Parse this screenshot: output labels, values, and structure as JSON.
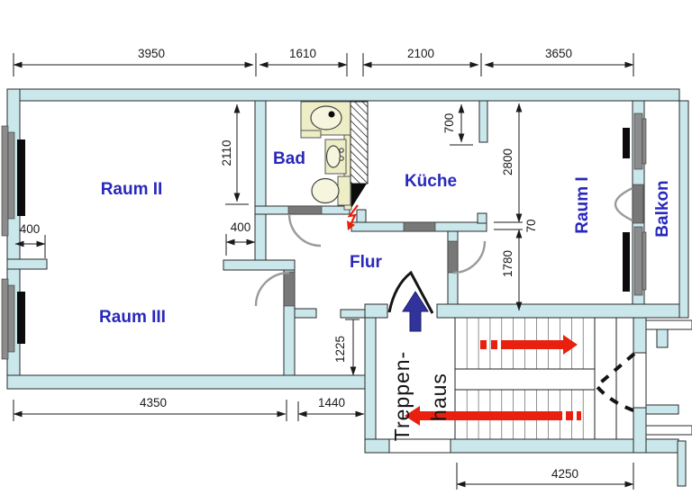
{
  "palette": {
    "wall": "#cae7eb",
    "wall_stroke": "#2a2a2a",
    "label_blue": "#2828bc",
    "dim": "#1a1a1a",
    "fixture": "#eeeec6",
    "gray": "#8c8c8c",
    "door_gray": "#787878",
    "arc_gray": "#9a9a9a",
    "red": "#e8200d",
    "arrow_blue": "#32329b"
  },
  "rooms": {
    "raum1": "Raum I",
    "raum2": "Raum II",
    "raum3": "Raum III",
    "bad": "Bad",
    "kueche": "Küche",
    "flur": "Flur",
    "balkon": "Balkon",
    "treppenhaus_line1": "Treppen-",
    "treppenhaus_line2": "haus"
  },
  "dims": {
    "w_raum2": "3950",
    "w_bad": "1610",
    "w_kueche": "2100",
    "w_raum1": "3650",
    "h_2110": "2110",
    "left_400": "400",
    "mid_400": "400",
    "h_700": "700",
    "h_2800": "2800",
    "h_70": "70",
    "h_1780": "1780",
    "h_1225": "1225",
    "w_4350": "4350",
    "w_1440": "1440",
    "w_4250": "4250"
  },
  "icons": {
    "entrance_arrow": "arrow-up",
    "stairs_up_arrow": "arrow-right",
    "stairs_down_arrow": "arrow-left",
    "electric_riser": "lightning-bolt"
  }
}
